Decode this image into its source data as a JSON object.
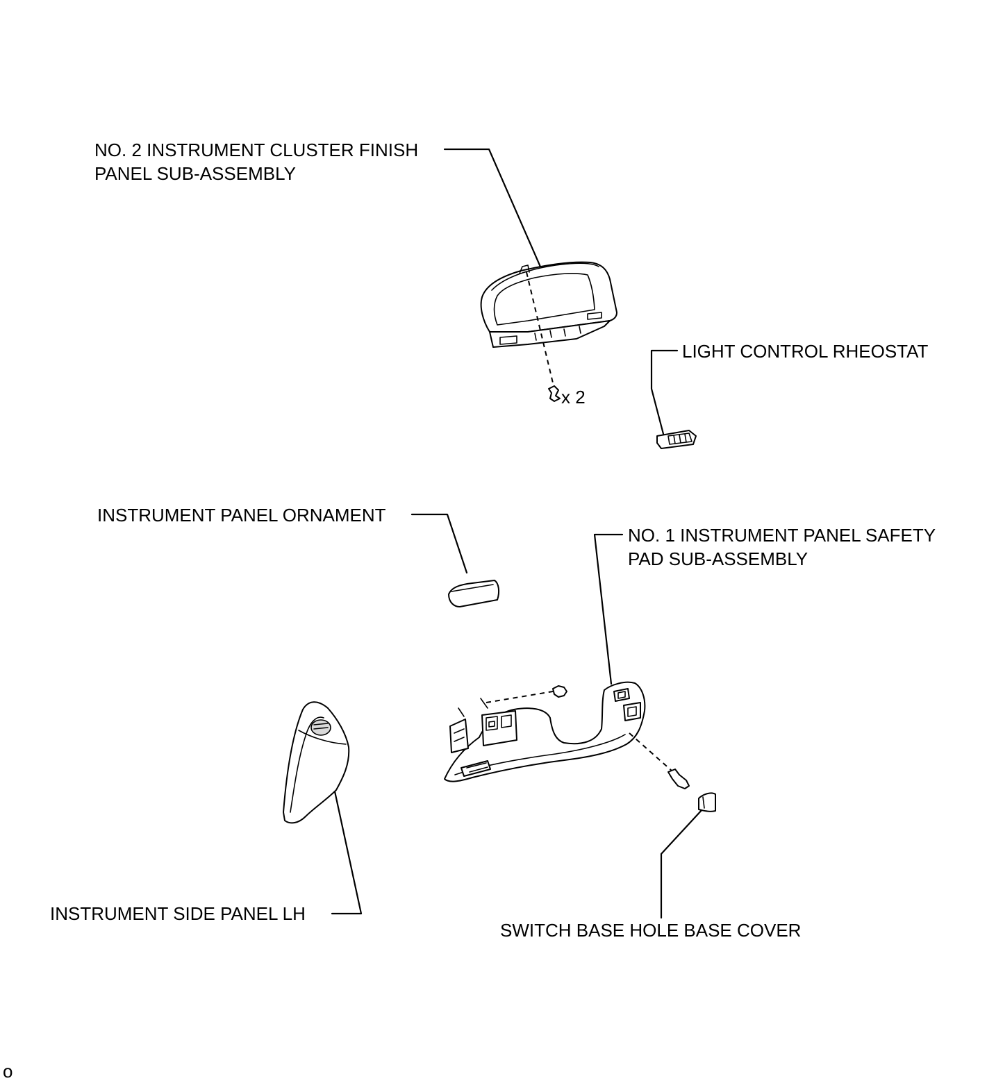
{
  "labels": {
    "cluster_finish_panel_line1": "NO. 2 INSTRUMENT CLUSTER FINISH",
    "cluster_finish_panel_line2": "PANEL SUB-ASSEMBLY",
    "light_control_rheostat": "LIGHT CONTROL RHEOSTAT",
    "clip_quantity": "x 2",
    "instrument_panel_ornament": "INSTRUMENT PANEL ORNAMENT",
    "safety_pad_line1": "NO. 1 INSTRUMENT PANEL SAFETY",
    "safety_pad_line2": "PAD SUB-ASSEMBLY",
    "side_panel_lh": "INSTRUMENT SIDE PANEL LH",
    "switch_base_hole_cover": "SWITCH BASE HOLE BASE COVER",
    "figure_code": "o"
  }
}
